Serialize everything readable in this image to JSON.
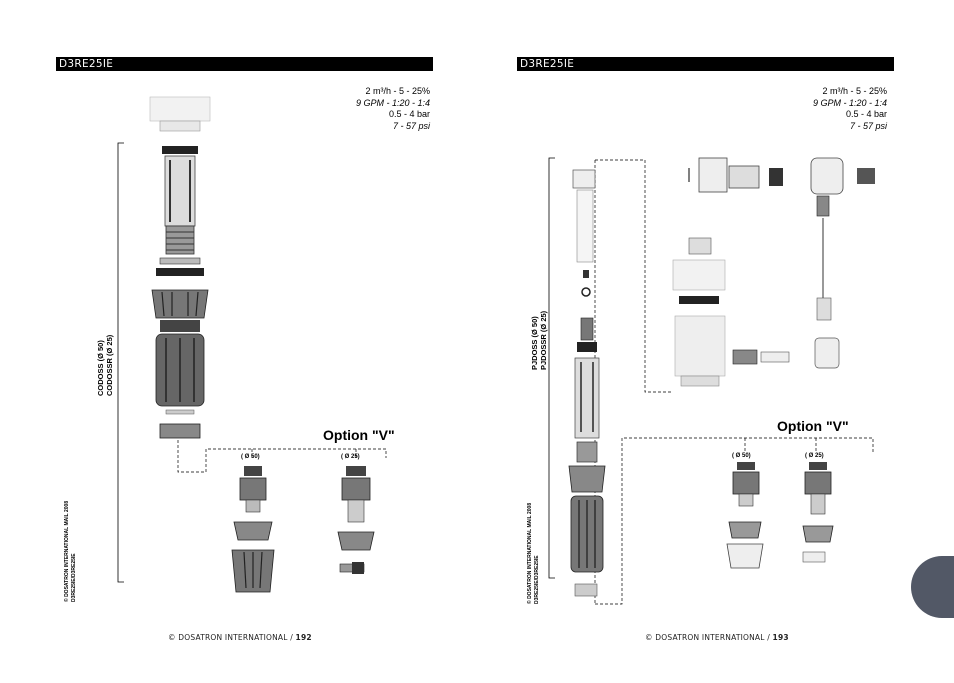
{
  "pages": [
    {
      "header": "D3RE25IE",
      "specs": [
        "2 m³/h  -   5   - 25%",
        "9 GPM - 1:20 -   1:4",
        "0.5 -  4 bar",
        "7  - 57 psi"
      ],
      "kit_label_line1": "CODOSS (Ø 50)",
      "kit_label_line2": "CODOSSR (Ø 25)",
      "option_title": "Option \"V\"",
      "option_label_a": "( Ø 50)",
      "option_label_b": "( Ø 25)",
      "copyright_line1": "© DOSATRON INTERNATIONAL  MAIL  2008",
      "copyright_line2": "D3RE25IE/D3RE25IE",
      "footer_text": "© DOSATRON INTERNATIONAL / ",
      "footer_page": "192"
    },
    {
      "header": "D3RE25IE",
      "specs": [
        "2 m³/h  -   5   - 25%",
        "9 GPM - 1:20 -   1:4",
        "0.5 -  4 bar",
        "7  - 57 psi"
      ],
      "kit_label_line1": "PJDOSS (Ø 50)",
      "kit_label_line2": "PJDOSSR (Ø 25)",
      "option_title": "Option \"V\"",
      "option_label_a": "( Ø 50)",
      "option_label_b": "( Ø 25)",
      "copyright_line1": "© DOSATRON INTERNATIONAL  MAIL  2008",
      "copyright_line2": "D3RE25IE/D3RE25IE",
      "footer_text": "© DOSATRON INTERNATIONAL / ",
      "footer_page": "193"
    }
  ],
  "colors": {
    "header_bg": "#000000",
    "tab": "#525866",
    "part_dark": "#333333",
    "part_mid": "#9a9a9a"
  }
}
